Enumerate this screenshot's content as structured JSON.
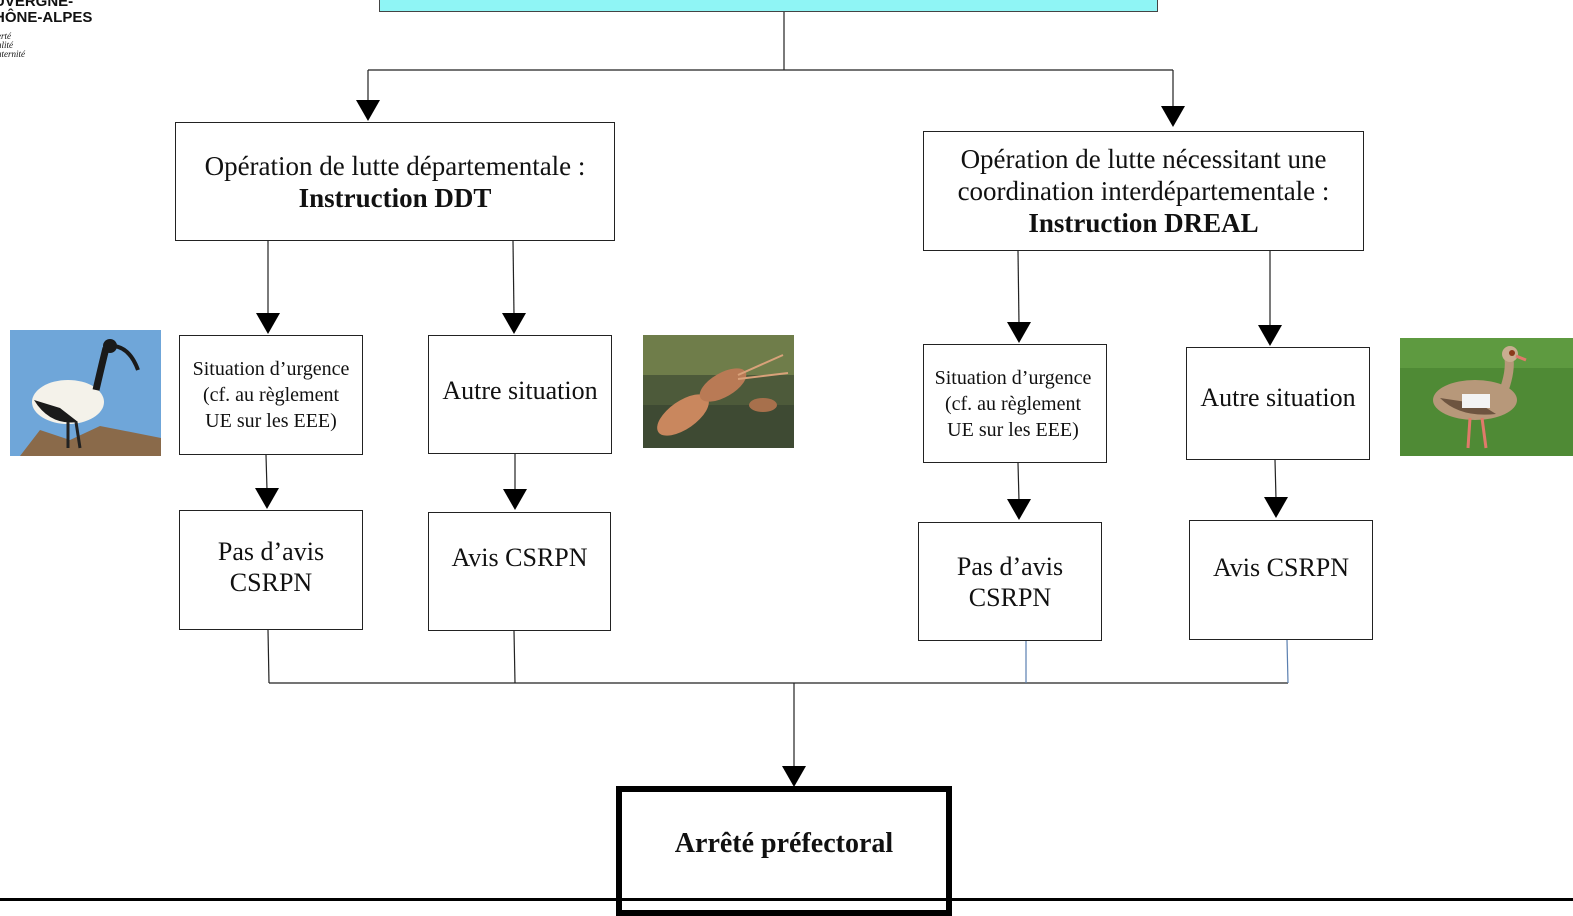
{
  "logo": {
    "line1": "UVERGNE-",
    "line2": "HÔNE-ALPES",
    "motto": [
      "erté",
      "alité",
      "aternité"
    ]
  },
  "nodes": {
    "dept": {
      "line1": "Opération de lutte départementale :",
      "line2": "Instruction DDT"
    },
    "interdept": {
      "line1": "Opération de lutte nécessitant une",
      "line2": "coordination interdépartementale :",
      "line3": "Instruction DREAL"
    },
    "urgence_left": {
      "line1": "Situation d’urgence",
      "line2": "(cf. au règlement",
      "line3": "UE sur les EEE)"
    },
    "autre_left": {
      "label": "Autre situation"
    },
    "urgence_right": {
      "line1": "Situation d’urgence",
      "line2": "(cf. au règlement",
      "line3": "UE sur les EEE)"
    },
    "autre_right": {
      "label": "Autre situation"
    },
    "pas_avis_left": {
      "line1": "Pas d’avis",
      "line2": "CSRPN"
    },
    "avis_left": {
      "label": "Avis CSRPN"
    },
    "pas_avis_right": {
      "line1": "Pas d’avis",
      "line2": "CSRPN"
    },
    "avis_right": {
      "label": "Avis CSRPN"
    },
    "final": {
      "label": "Arrêté préfectoral"
    }
  },
  "colors": {
    "top_box": "#8ff5f5",
    "connector": "#222222",
    "connector_blue": "#5a7fb0"
  }
}
